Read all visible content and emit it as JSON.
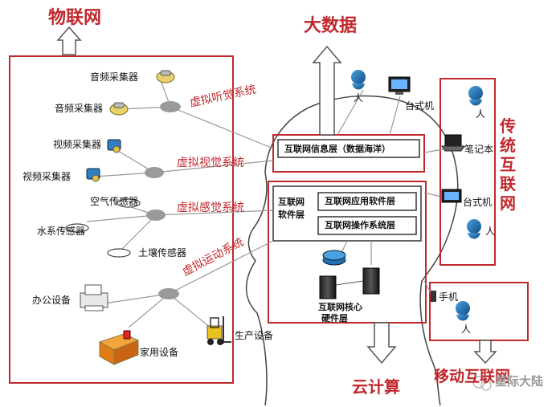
{
  "titles": {
    "iot": "物联网",
    "bigdata": "大数据",
    "traditional": "传统互联网",
    "cloud": "云计算",
    "mobile": "移动互联网",
    "watermark": "星际大陆"
  },
  "systems": {
    "hearing": "虚拟听觉系统",
    "vision": "虚拟视觉系统",
    "sensing": "虚拟感觉系统",
    "motion": "虚拟运动系统"
  },
  "devices": {
    "audio1": "音频采集器",
    "audio2": "音频采集器",
    "video1": "视频采集器",
    "video2": "视频采集器",
    "air": "空气传感器",
    "water": "水系传感器",
    "soil": "土壤传感器",
    "office": "办公设备",
    "home": "家用设备",
    "production": "生产设备"
  },
  "brain": {
    "info_layer": "互联网信息层（数据海洋）",
    "software_layer_l1": "互联网",
    "software_layer_l2": "软件层",
    "app_layer": "互联网应用软件层",
    "os_layer": "互联网操作系统层",
    "hardware_l1": "互联网核心",
    "hardware_l2": "硬件层"
  },
  "traditional_net": {
    "person1": "人",
    "desktop1": "台式机",
    "person2": "人",
    "laptop": "笔记本",
    "desktop2": "台式机",
    "person3": "人"
  },
  "mobile_net": {
    "phone": "手机",
    "person": "人"
  },
  "colors": {
    "accent_red": "#c0282d",
    "line_gray": "#999999",
    "hub_gray": "#9a9a9a",
    "person_blue": "#1f6fb5"
  }
}
